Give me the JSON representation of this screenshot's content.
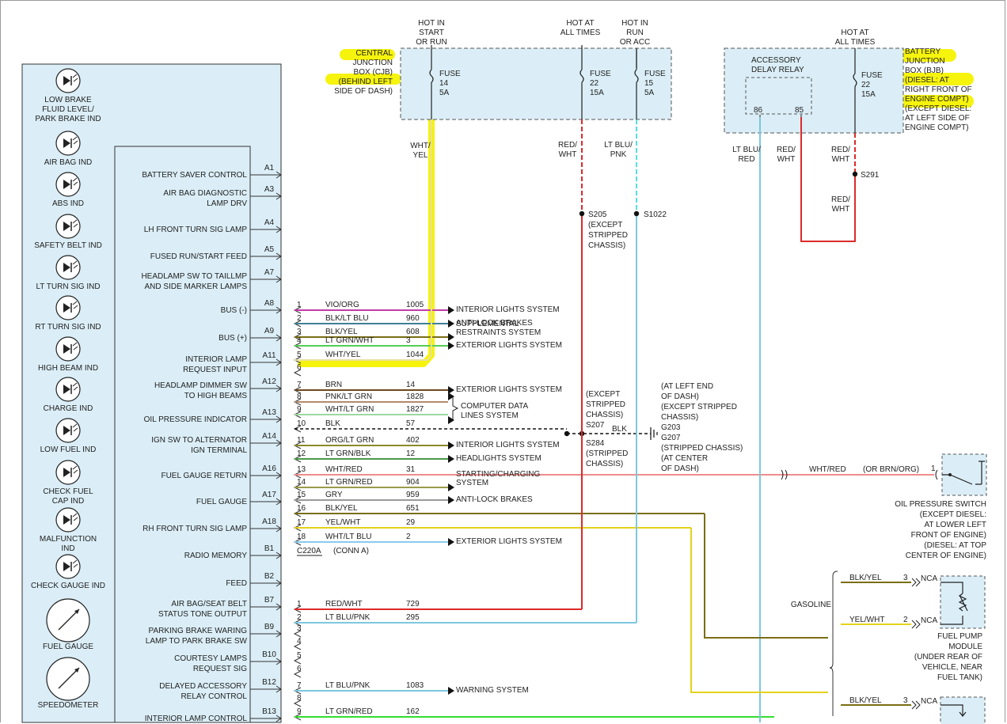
{
  "colors": {
    "panel_fill": "#dbeef7",
    "highlight": "#f5f200",
    "vio_org": "#c23ca8",
    "blk_ltblu": "#3f7f94",
    "blk_yel": "#7a6e14",
    "lt_grn_wht": "#55cc55",
    "wht_yel": "#e8e0a0",
    "brn": "#6b4a1e",
    "pnk_ltgrn": "#b38a6a",
    "wht_ltgrn": "#9ed89e",
    "blk": "#111111",
    "org_ltgrn": "#8a8a2a",
    "ltgrn_blk": "#4a9a4a",
    "wht_red": "#ef8d8d",
    "ltgrn_red": "#9a9a4a",
    "gry": "#9a9a9a",
    "yel_wht": "#e5d21a",
    "wht_ltblu": "#88ccee",
    "red": "#dd2a2a",
    "lt_blu": "#7ec7e0",
    "lt_blu_dash": "#55dddd",
    "bright_green": "#33dd33"
  },
  "indicators": [
    {
      "icon": "lamp-icon",
      "label": "LOW BRAKE\nFLUID LEVEL/\nPARK BRAKE IND"
    },
    {
      "icon": "lamp-icon",
      "label": "AIR BAG IND"
    },
    {
      "icon": "lamp-icon",
      "label": "ABS IND"
    },
    {
      "icon": "lamp-icon",
      "label": "SAFETY BELT IND"
    },
    {
      "icon": "lamp-icon",
      "label": "LT TURN SIG IND"
    },
    {
      "icon": "lamp-icon",
      "label": "RT TURN SIG IND"
    },
    {
      "icon": "lamp-icon",
      "label": "HIGH BEAM IND"
    },
    {
      "icon": "lamp-icon",
      "label": "CHARGE IND"
    },
    {
      "icon": "lamp-icon",
      "label": "LOW FUEL IND"
    },
    {
      "icon": "lamp-icon",
      "label": "CHECK FUEL\nCAP IND"
    },
    {
      "icon": "lamp-icon",
      "label": "MALFUNCTION\nIND"
    },
    {
      "icon": "lamp-icon",
      "label": "CHECK GAUGE IND"
    },
    {
      "icon": "gauge-icon",
      "label": "FUEL GAUGE"
    },
    {
      "icon": "gauge-icon",
      "label": "SPEEDOMETER"
    }
  ],
  "pins": [
    {
      "label": "BATTERY SAVER CONTROL",
      "pin": "A1"
    },
    {
      "label": "AIR BAG DIAGNOSTIC\nLAMP DRV",
      "pin": "A3"
    },
    {
      "label": "LH FRONT TURN SIG LAMP",
      "pin": "A4"
    },
    {
      "label": "FUSED RUN/START FEED",
      "pin": "A5"
    },
    {
      "label": "HEADLAMP SW TO TAILLMP\nAND SIDE MARKER LAMPS",
      "pin": "A7"
    },
    {
      "label": "BUS (-)",
      "pin": "A8"
    },
    {
      "label": "BUS (+)",
      "pin": "A9"
    },
    {
      "label": "INTERIOR LAMP\nREQUEST INPUT",
      "pin": "A11"
    },
    {
      "label": "HEADLAMP DIMMER SW\nTO HIGH BEAMS",
      "pin": "A12"
    },
    {
      "label": "OIL PRESSURE INDICATOR",
      "pin": "A13"
    },
    {
      "label": "IGN SW TO ALTERNATOR\nIGN TERMINAL",
      "pin": "A14"
    },
    {
      "label": "FUEL GAUGE RETURN",
      "pin": "A16"
    },
    {
      "label": "FUEL GAUGE",
      "pin": "A17"
    },
    {
      "label": "RH FRONT TURN SIG LAMP",
      "pin": "A18"
    },
    {
      "label": "RADIO MEMORY",
      "pin": "B1"
    },
    {
      "label": "FEED",
      "pin": "B2"
    },
    {
      "label": "AIR BAG/SEAT BELT\nSTATUS TONE OUTPUT",
      "pin": "B7"
    },
    {
      "label": "PARKING BRAKE WARING\nLAMP TO PARK BRAKE SW",
      "pin": "B9"
    },
    {
      "label": "COURTESY LAMPS\nREQUEST SIG",
      "pin": "B10"
    },
    {
      "label": "DELAYED ACCESSORY\nRELAY CONTROL",
      "pin": "B12"
    },
    {
      "label": "INTERIOR LAMP CONTROL",
      "pin": "B13"
    }
  ],
  "wires_a": [
    {
      "num": "1",
      "color_name": "VIO/ORG",
      "circuit": "1005",
      "dest": "INTERIOR LIGHTS SYSTEM",
      "stroke": "#c23ca8"
    },
    {
      "num": "2",
      "color_name": "BLK/LT BLU",
      "circuit": "960",
      "dest": "ANTI-LOCK BRAKES",
      "stroke": "#3f7f94"
    },
    {
      "num": "3",
      "color_name": "BLK/YEL",
      "circuit": "608",
      "dest": "SUPPLEMENTAL\nRESTRAINTS SYSTEM",
      "stroke": "#7a6e14"
    },
    {
      "num": "4",
      "color_name": "LT GRN/WHT",
      "circuit": "3",
      "dest": "EXTERIOR LIGHTS SYSTEM",
      "stroke": "#55cc55"
    },
    {
      "num": "5",
      "color_name": "WHT/YEL",
      "circuit": "1044",
      "dest": "",
      "stroke": "#e8e0a0"
    },
    {
      "num": "6",
      "color_name": "",
      "circuit": "",
      "dest": "",
      "stroke": ""
    },
    {
      "num": "7",
      "color_name": "BRN",
      "circuit": "14",
      "dest": "EXTERIOR LIGHTS SYSTEM",
      "stroke": "#6b4a1e"
    },
    {
      "num": "8",
      "color_name": "PNK/LT GRN",
      "circuit": "1828",
      "dest": "",
      "stroke": "#b38a6a"
    },
    {
      "num": "9",
      "color_name": "WHT/LT GRN",
      "circuit": "1827",
      "dest": "",
      "stroke": "#9ed89e"
    },
    {
      "num": "10",
      "color_name": "BLK",
      "circuit": "57",
      "dest": "",
      "stroke": "#111111"
    },
    {
      "num": "11",
      "color_name": "ORG/LT GRN",
      "circuit": "402",
      "dest": "INTERIOR LIGHTS SYSTEM",
      "stroke": "#8a8a2a"
    },
    {
      "num": "12",
      "color_name": "LT GRN/BLK",
      "circuit": "12",
      "dest": "HEADLIGHTS SYSTEM",
      "stroke": "#4a9a4a"
    },
    {
      "num": "13",
      "color_name": "WHT/RED",
      "circuit": "31",
      "dest": "",
      "stroke": "#ef8d8d"
    },
    {
      "num": "14",
      "color_name": "LT GRN/RED",
      "circuit": "904",
      "dest": "STARTING/CHARGING\nSYSTEM",
      "stroke": "#9a9a4a"
    },
    {
      "num": "15",
      "color_name": "GRY",
      "circuit": "959",
      "dest": "ANTI-LOCK BRAKES",
      "stroke": "#9a9a9a"
    },
    {
      "num": "16",
      "color_name": "BLK/YEL",
      "circuit": "651",
      "dest": "",
      "stroke": "#7a6e14"
    },
    {
      "num": "17",
      "color_name": "YEL/WHT",
      "circuit": "29",
      "dest": "",
      "stroke": "#e5d21a"
    },
    {
      "num": "18",
      "color_name": "WHT/LT BLU",
      "circuit": "2",
      "dest": "EXTERIOR LIGHTS SYSTEM",
      "stroke": "#88ccee"
    }
  ],
  "wires_b": [
    {
      "num": "1",
      "color_name": "RED/WHT",
      "circuit": "729",
      "dest": "",
      "stroke": "#dd2a2a"
    },
    {
      "num": "2",
      "color_name": "LT BLU/PNK",
      "circuit": "295",
      "dest": "",
      "stroke": "#7ec7e0"
    },
    {
      "num": "3",
      "color_name": "",
      "circuit": "",
      "dest": "",
      "stroke": ""
    },
    {
      "num": "4",
      "color_name": "",
      "circuit": "",
      "dest": "",
      "stroke": ""
    },
    {
      "num": "5",
      "color_name": "",
      "circuit": "",
      "dest": "",
      "stroke": ""
    },
    {
      "num": "6",
      "color_name": "",
      "circuit": "",
      "dest": "",
      "stroke": ""
    },
    {
      "num": "7",
      "color_name": "LT BLU/PNK",
      "circuit": "1083",
      "dest": "WARNING SYSTEM",
      "stroke": "#7ec7e0"
    },
    {
      "num": "8",
      "color_name": "",
      "circuit": "",
      "dest": "",
      "stroke": ""
    },
    {
      "num": "9",
      "color_name": "LT GRN/RED",
      "circuit": "162",
      "dest": "",
      "stroke": "#33dd33"
    }
  ],
  "data_lines_label": "COMPUTER DATA\nLINES SYSTEM",
  "connector_a": {
    "id": "C220A",
    "name": "(CONN A)"
  },
  "cjb": {
    "label": "CENTRAL\nJUNCTION\nBOX (CJB)\n(BEHIND LEFT\nSIDE OF DASH)",
    "fuses": [
      {
        "header": "HOT IN\nSTART\nOR RUN",
        "text": "FUSE\n14\n5A"
      },
      {
        "header": "HOT AT\nALL TIMES",
        "text": "FUSE\n22\n15A"
      },
      {
        "header": "HOT IN\nRUN\nOR ACC",
        "text": "FUSE\n15\n5A"
      }
    ]
  },
  "bjb": {
    "header": "HOT AT\nALL TIMES",
    "relay": "ACCESSORY\nDELAY RELAY",
    "relay_pins": [
      "86",
      "85"
    ],
    "fuse": "FUSE\n22\n15A",
    "label": "BATTERY\nJUNCTION\nBOX (BJB)\n(DIESEL: AT\nRIGHT FRONT OF\nENGINE COMPT)\n(EXCEPT DIESEL:\nAT LEFT SIDE OF\nENGINE COMPT)"
  },
  "wire_labels": {
    "wht_yel_vertical": "WHT/\nYEL",
    "red_wht_1": "RED/\nWHT",
    "lt_blu_pnk": "LT BLU/\nPNK",
    "lt_blu_red": "LT BLU/\nRED",
    "red_wht_2": "RED/\nWHT",
    "red_wht_3": "RED/\nWHT",
    "red_wht_4": "RED/\nWHT",
    "blk": "BLK"
  },
  "splices": [
    {
      "id": "S205",
      "note": "S205\n(EXCEPT\nSTRIPPED\nCHASSIS)"
    },
    {
      "id": "S1022",
      "note": "S1022"
    },
    {
      "id": "S291",
      "note": "S291"
    },
    {
      "id": "S207",
      "note": "(EXCEPT\nSTRIPPED\nCHASSIS)\nS207"
    },
    {
      "id": "S284",
      "note": "S284\n(STRIPPED\nCHASSIS)"
    }
  ],
  "ground_note": "(AT LEFT END\nOF DASH)\n(EXCEPT STRIPPED\nCHASSIS)\nG203\nG207\n(STRIPPED CHASSIS)\n(AT CENTER\nOF DASH)",
  "oil_switch": {
    "wire_left": "WHT/RED",
    "wire_right": "(OR BRN/ORG)",
    "pin": "1",
    "label": "OIL PRESSURE SWITCH\n(EXCEPT DIESEL:\nAT LOWER LEFT\nFRONT OF ENGINE)\n(DIESEL: AT TOP\nCENTER OF ENGINE)"
  },
  "fuel_pump": {
    "gasoline": "GASOLINE",
    "wire1": "BLK/YEL",
    "pin1": "3",
    "wire2": "YEL/WHT",
    "pin2": "2",
    "nca": "NCA",
    "label": "FUEL PUMP\nMODULE\n(UNDER REAR OF\nVEHICLE, NEAR\nFUEL TANK)",
    "wire3": "BLK/YEL",
    "pin3": "3"
  }
}
